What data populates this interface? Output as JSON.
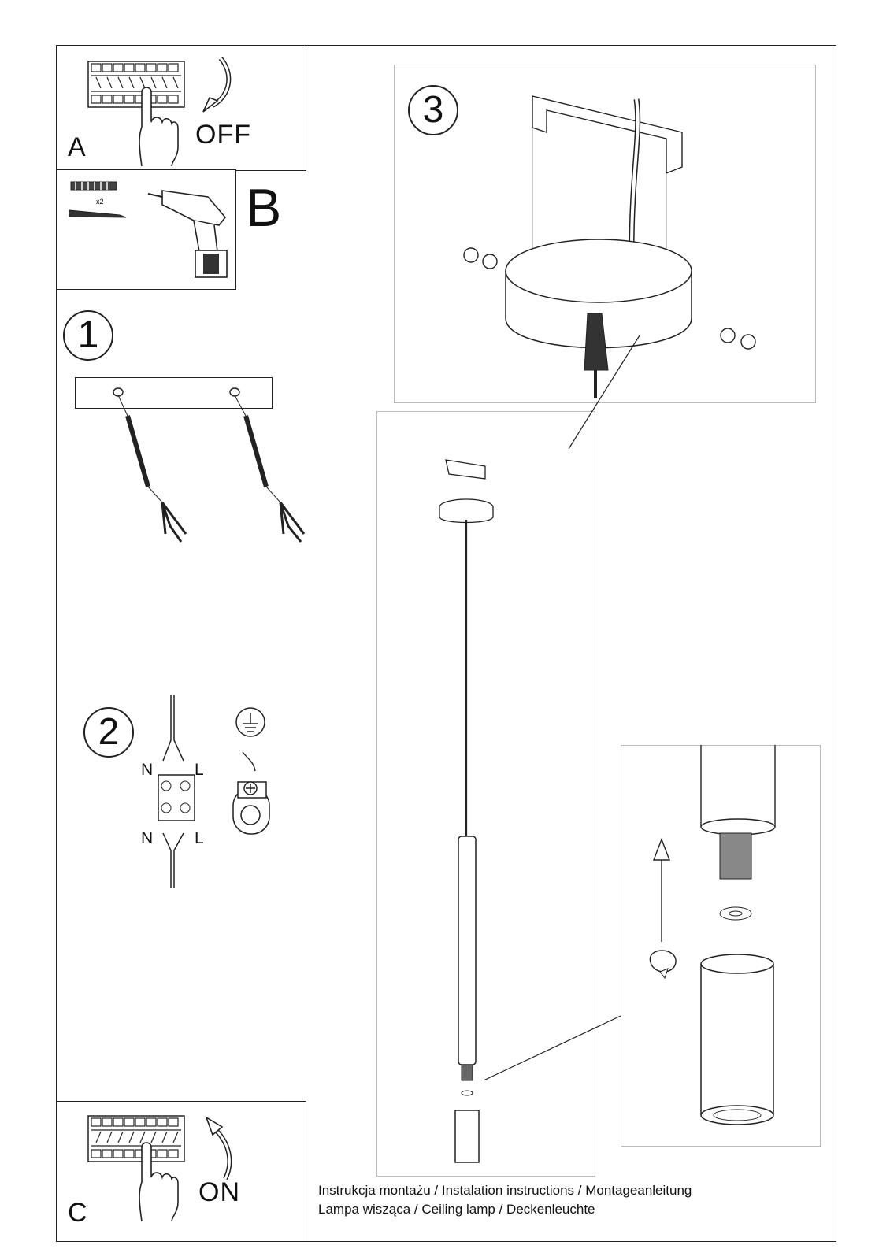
{
  "panel_a": {
    "letter": "A",
    "action": "OFF"
  },
  "panel_b": {
    "letter": "B",
    "quantity": "x2"
  },
  "panel_c": {
    "letter": "C",
    "action": "ON"
  },
  "steps": {
    "step1": "1",
    "step2": "2",
    "step3": "3"
  },
  "wiring": {
    "neutral_top": "N",
    "live_top": "L",
    "neutral_bottom": "N",
    "live_bottom": "L"
  },
  "footer": {
    "line1": "Instrukcja montażu / Instalation instructions / Montageanleitung",
    "line2": "Lampa wisząca / Ceiling lamp / Deckenleuchte"
  }
}
